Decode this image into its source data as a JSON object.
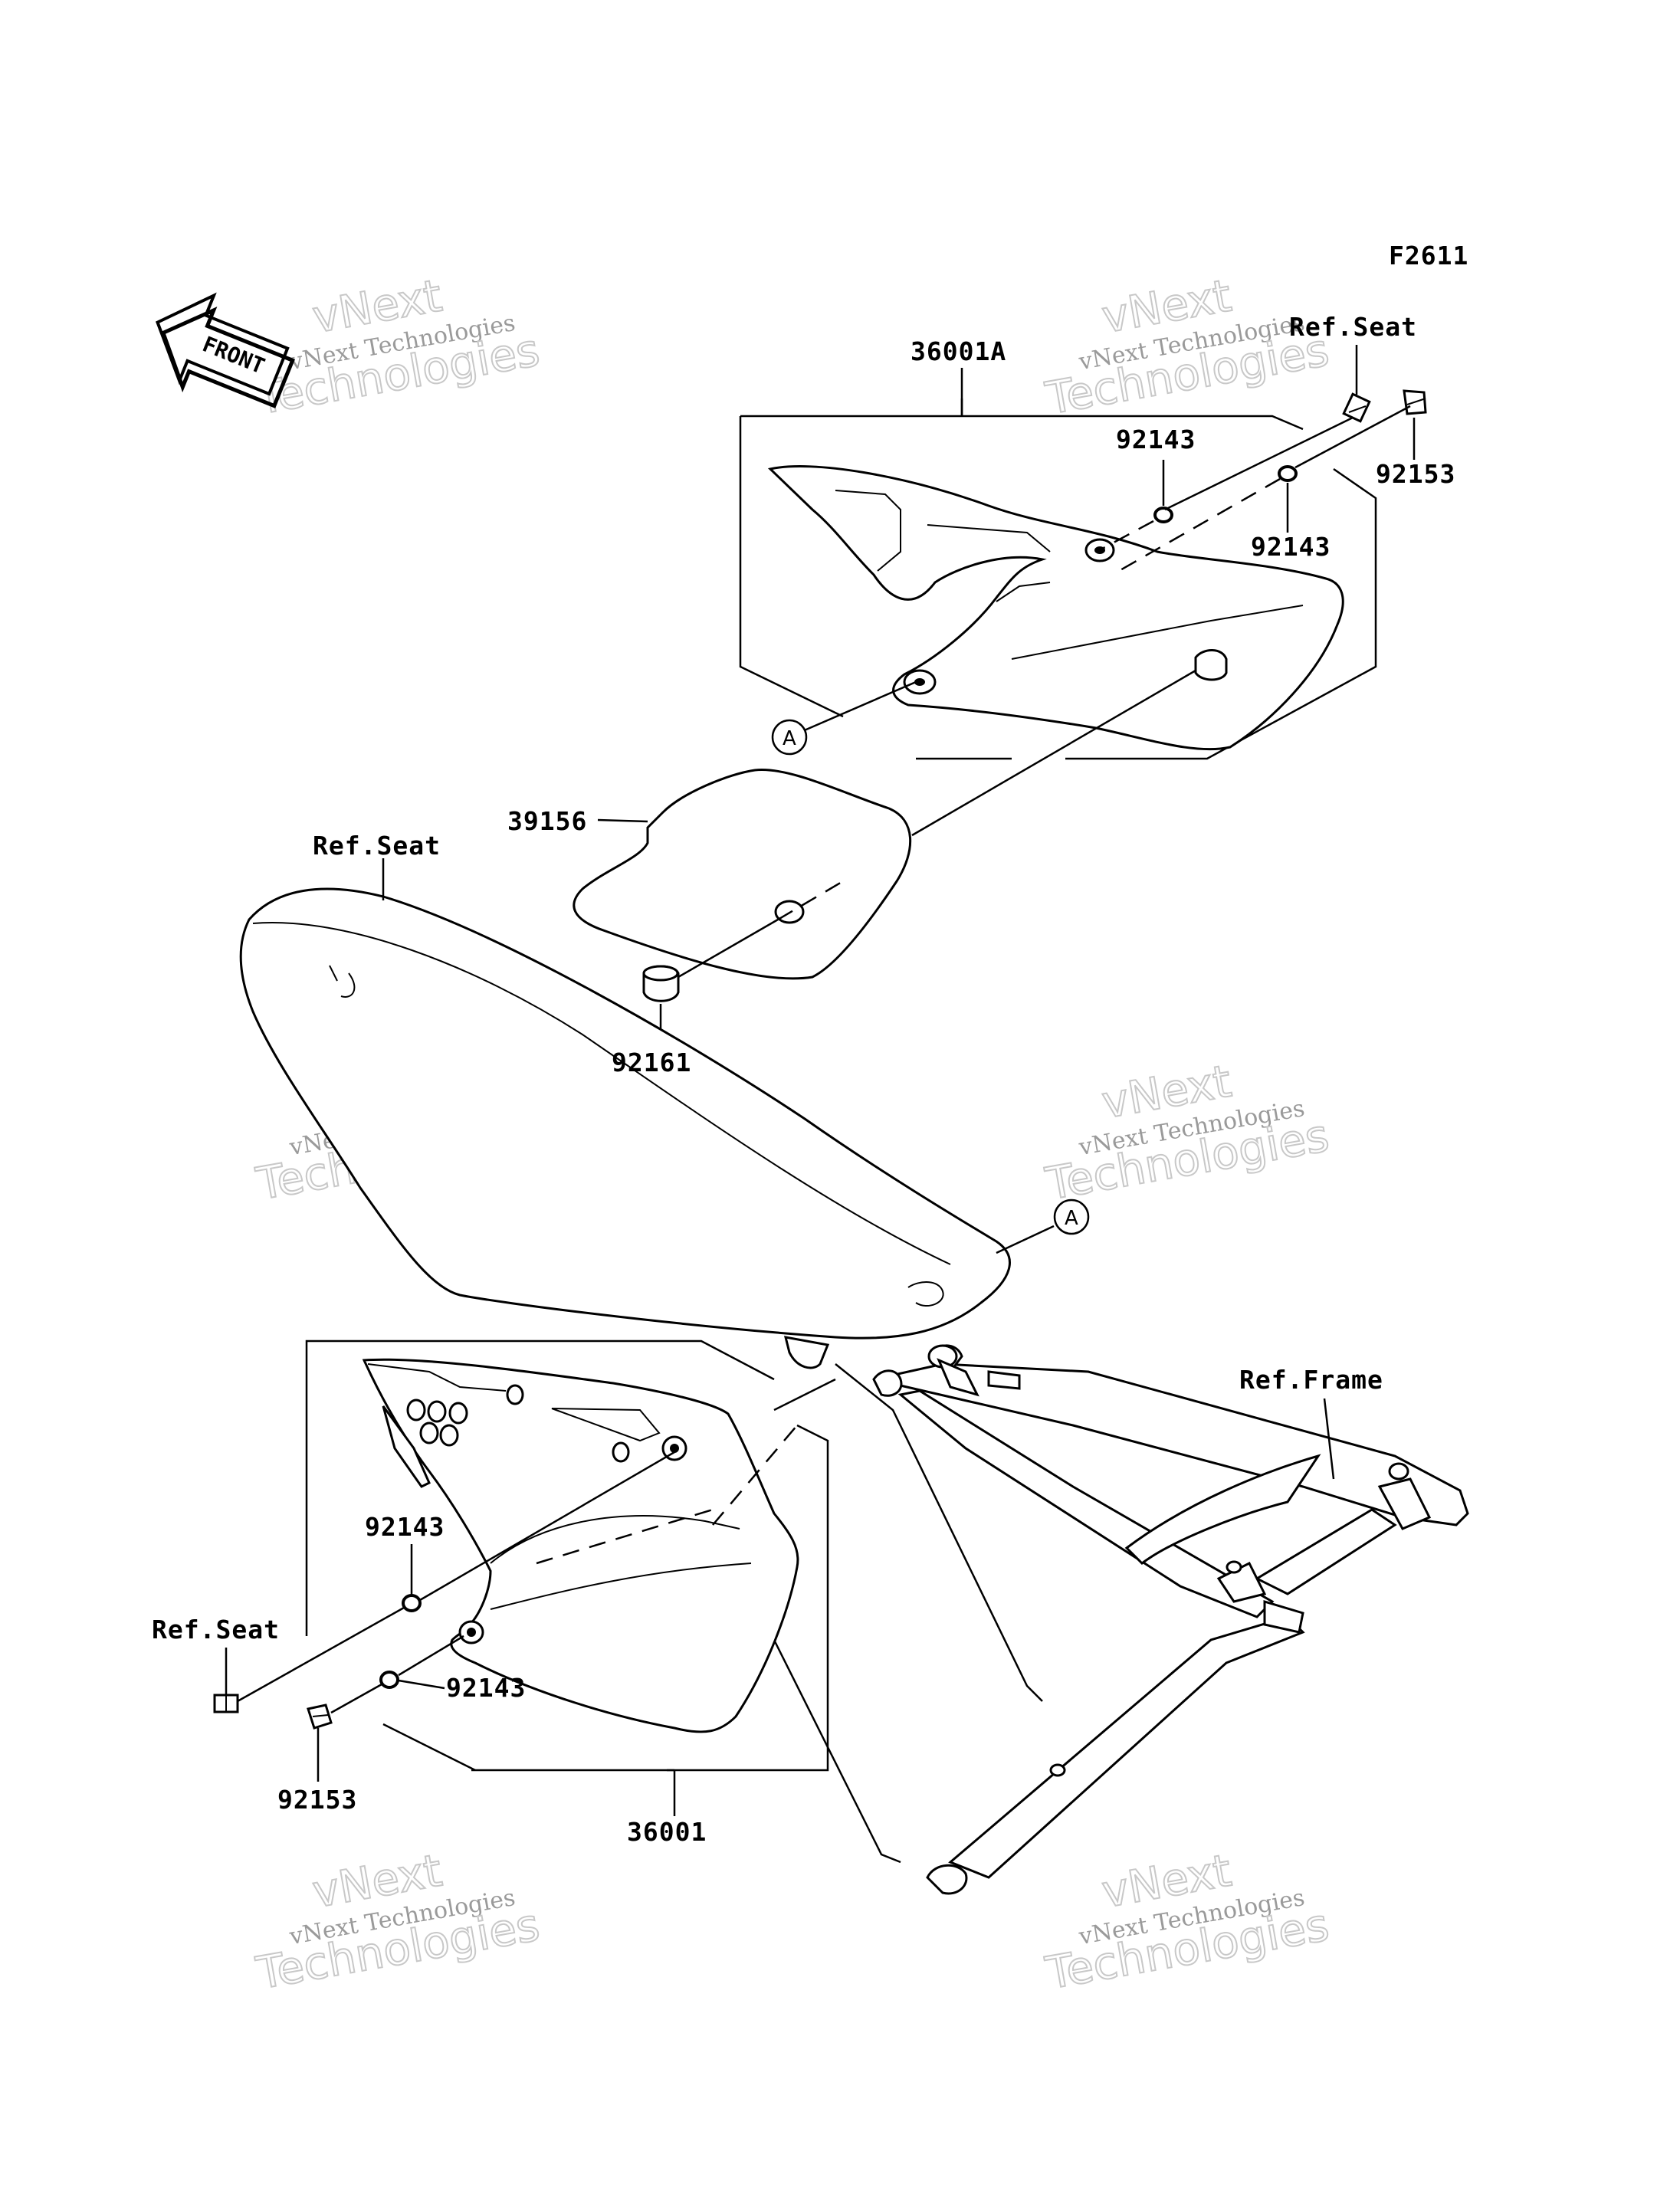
{
  "figure_code": "F2611",
  "front_arrow": {
    "label": "FRONT",
    "icon": "front-arrow-icon"
  },
  "watermark": {
    "line1": "vNext",
    "line2": "vNext Technologies",
    "line3": "Technologies"
  },
  "callouts": {
    "upper_cover_assembly": "36001A",
    "ref_seat_upper": "Ref.Seat",
    "washer_upper_1": "92143",
    "bolt_upper": "92153",
    "washer_upper_2": "92143",
    "pad": "39156",
    "ref_seat_main": "Ref.Seat",
    "damper": "92161",
    "ref_frame": "Ref.Frame",
    "washer_lower_1": "92143",
    "ref_seat_lower": "Ref.Seat",
    "washer_lower_2": "92143",
    "bolt_lower": "92153",
    "lower_cover_assembly": "36001"
  },
  "markers": {
    "a_upper": "A",
    "a_lower": "A"
  }
}
